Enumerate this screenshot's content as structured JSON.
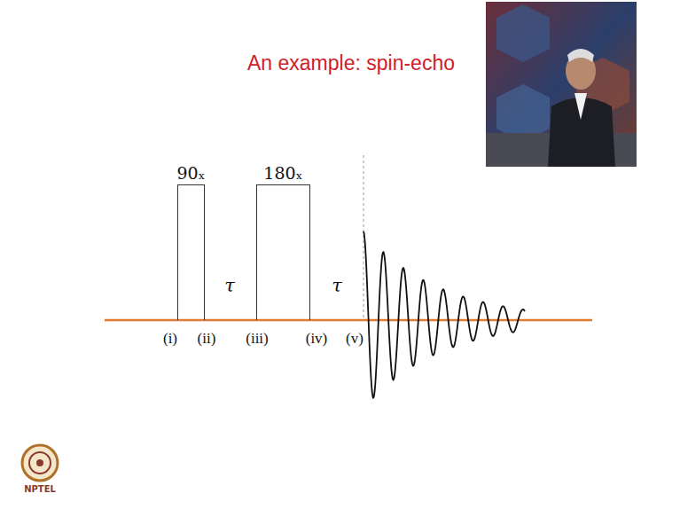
{
  "diagram": {
    "title": "An example: spin-echo",
    "nodes": [
      {
        "text": [
          "90ₓ"
        ]
      },
      {
        "text": [
          "180ₓ"
        ]
      }
    ],
    "labels": [
      "τ",
      "τ",
      "(i)",
      "(ii)",
      "(iii)",
      "(iv)",
      "(v)",
      "NPTEL"
    ]
  }
}
